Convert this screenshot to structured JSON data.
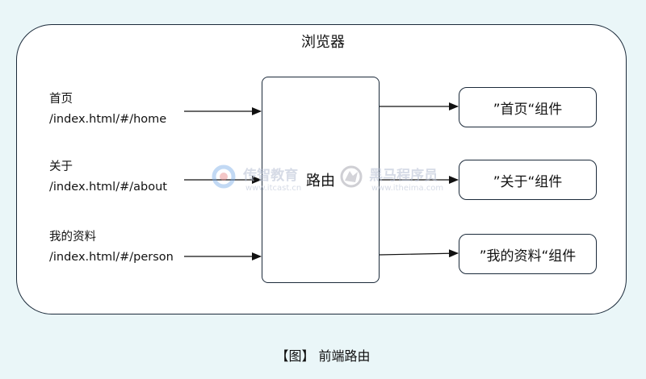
{
  "browser": {
    "title": "浏览器"
  },
  "routes": [
    {
      "name": "首页",
      "path": "/index.html/#/home"
    },
    {
      "name": "关于",
      "path": "/index.html/#/about"
    },
    {
      "name": "我的资料",
      "path": "/index.html/#/person"
    }
  ],
  "router": {
    "label": "路由"
  },
  "components": [
    {
      "label": "”首页“组件"
    },
    {
      "label": "”关于“组件"
    },
    {
      "label": "”我的资料“组件"
    }
  ],
  "watermarks": {
    "left": {
      "name": "传智教育",
      "url": "www.itcast.cn"
    },
    "right": {
      "name": "黑马程序员",
      "url": "www.itheima.com"
    }
  },
  "caption": "【图】 前端路由"
}
